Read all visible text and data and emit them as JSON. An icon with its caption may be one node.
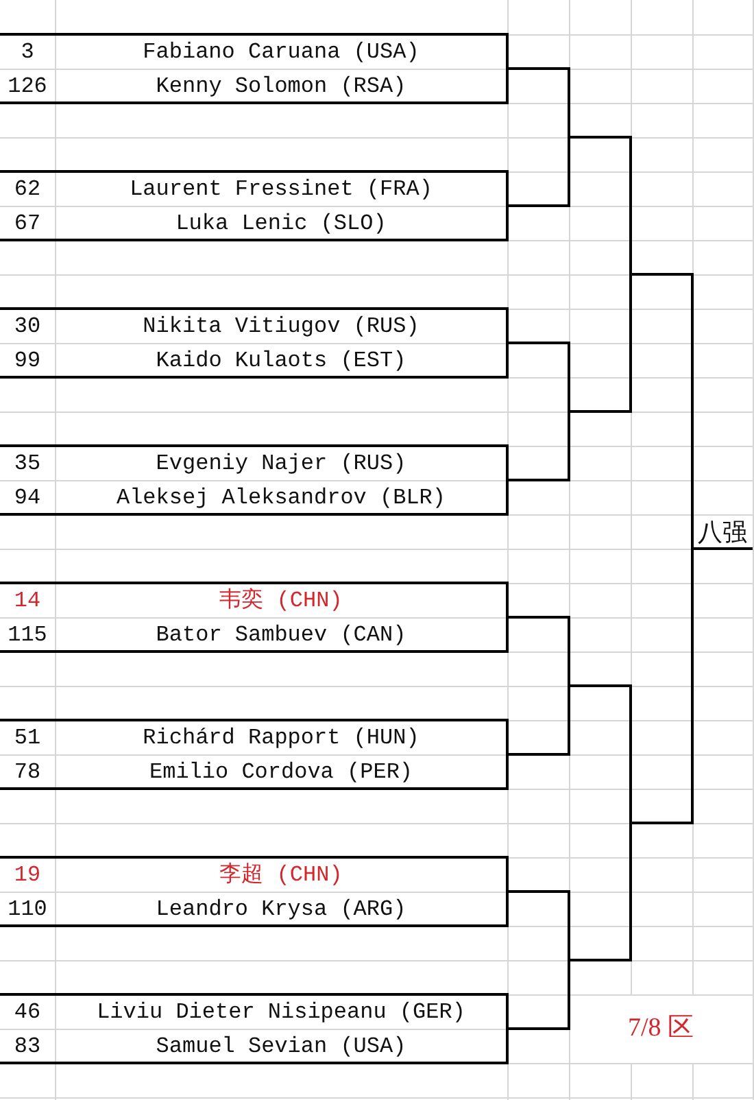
{
  "diagram": {
    "nodes": [
      {
        "text": [
          "3",
          "Fabiano Caruana (USA)",
          "126",
          "Kenny Solomon (RSA)"
        ]
      },
      {
        "text": [
          "62",
          "Laurent Fressinet (FRA)",
          "67",
          "Luka Lenic (SLO)"
        ]
      },
      {
        "text": [
          "30",
          "Nikita Vitiugov (RUS)",
          "99",
          "Kaido Kulaots (EST)"
        ]
      },
      {
        "text": [
          "35",
          "Evgeniy Najer (RUS)",
          "94",
          "Aleksej Aleksandrov (BLR)"
        ]
      },
      {
        "text": [
          "14",
          "韦奕 (CHN)",
          "115",
          "Bator Sambuev (CAN)"
        ]
      },
      {
        "text": [
          "51",
          "Richárd Rapport (HUN)",
          "78",
          "Emilio Cordova (PER)"
        ]
      },
      {
        "text": [
          "19",
          "李超 (CHN)",
          "110",
          "Leandro Krysa (ARG)"
        ]
      },
      {
        "text": [
          "46",
          "Liviu Dieter Nisipeanu (GER)",
          "83",
          "Samuel Sevian (USA)"
        ]
      },
      {
        "text": [],
        "shape": "bar"
      },
      {
        "text": [],
        "shape": "bar"
      },
      {
        "text": [],
        "shape": "bar"
      },
      {
        "text": [],
        "shape": "bar"
      },
      {
        "text": [],
        "shape": "bar"
      },
      {
        "text": [],
        "shape": "bar"
      },
      {
        "text": [],
        "shape": "bar"
      },
      {
        "text": [
          "八强"
        ]
      }
    ],
    "edges": [
      {
        "from": 0,
        "to": 8,
        "arrow": "none"
      },
      {
        "from": 1,
        "to": 8,
        "arrow": "none"
      },
      {
        "from": 2,
        "to": 9,
        "arrow": "none"
      },
      {
        "from": 3,
        "to": 9,
        "arrow": "none"
      },
      {
        "from": 4,
        "to": 10,
        "arrow": "none"
      },
      {
        "from": 5,
        "to": 10,
        "arrow": "none"
      },
      {
        "from": 6,
        "to": 11,
        "arrow": "none"
      },
      {
        "from": 7,
        "to": 11,
        "arrow": "none"
      },
      {
        "from": 8,
        "to": 12,
        "arrow": "none"
      },
      {
        "from": 9,
        "to": 12,
        "arrow": "none"
      },
      {
        "from": 10,
        "to": 13,
        "arrow": "none"
      },
      {
        "from": 11,
        "to": 13,
        "arrow": "none"
      },
      {
        "from": 12,
        "to": 14,
        "arrow": "none"
      },
      {
        "from": 13,
        "to": 14,
        "arrow": "none"
      },
      {
        "from": 14,
        "to": 15,
        "arrow": "none"
      }
    ],
    "labels": [
      "7/8 区"
    ]
  }
}
